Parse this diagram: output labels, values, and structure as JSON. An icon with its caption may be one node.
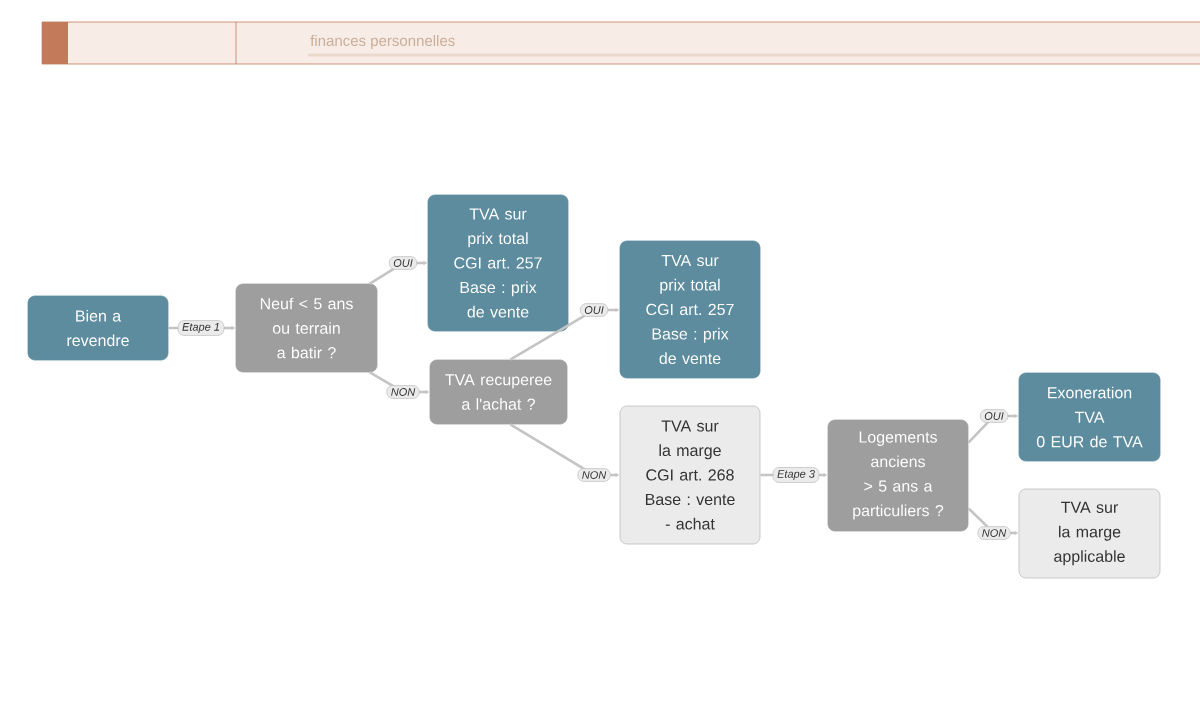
{
  "diagram": {
    "nodes": [
      {
        "text": [
          "Bien a revendre"
        ]
      },
      {
        "text": [
          "Neuf < 5 ans ou terrain a batir ?"
        ]
      },
      {
        "text": [
          "TVA sur prix total",
          "CGI art. 257",
          "Base : prix de vente"
        ]
      },
      {
        "text": [
          "TVA recuperee a l'achat ?"
        ]
      },
      {
        "text": [
          "TVA sur prix total",
          "CGI art. 257",
          "Base : prix de vente"
        ]
      },
      {
        "text": [
          "TVA sur la marge",
          "CGI art. 268",
          "Base : vente - achat"
        ]
      },
      {
        "text": [
          "Logements anciens > 5 ans a particuliers ?"
        ]
      },
      {
        "text": [
          "Exoneration TVA",
          "0 EUR de TVA"
        ]
      },
      {
        "text": [
          "TVA sur la marge applicable"
        ]
      }
    ],
    "edges": [
      {
        "from": 0,
        "to": 1,
        "arrow": "to",
        "label": "Etape 1"
      },
      {
        "from": 1,
        "to": 2,
        "arrow": "to",
        "label": "OUI"
      },
      {
        "from": 1,
        "to": 3,
        "arrow": "to",
        "label": "NON"
      },
      {
        "from": 3,
        "to": 4,
        "arrow": "to",
        "label": "OUI"
      },
      {
        "from": 3,
        "to": 5,
        "arrow": "to",
        "label": "NON"
      },
      {
        "from": 5,
        "to": 6,
        "arrow": "to",
        "label": "Etape 3"
      },
      {
        "from": 6,
        "to": 7,
        "arrow": "to",
        "label": "OUI"
      },
      {
        "from": 6,
        "to": 8,
        "arrow": "to",
        "label": "NON"
      }
    ],
    "labels": [
      "finances personnelles"
    ]
  }
}
